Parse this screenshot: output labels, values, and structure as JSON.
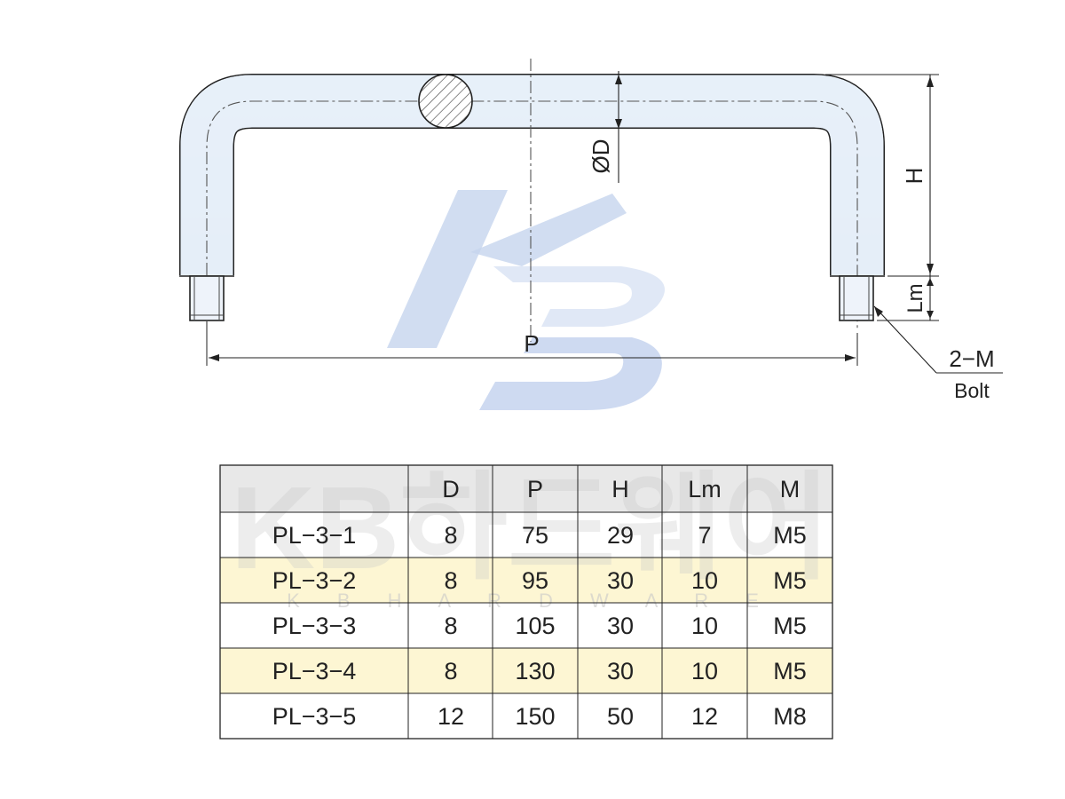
{
  "diagram": {
    "labels": {
      "dia": "ØD",
      "height": "H",
      "thread_length": "Lm",
      "pitch": "P",
      "bolt_count": "2−M",
      "bolt": "Bolt"
    }
  },
  "watermark": {
    "logo_letters": "KB",
    "brand": "KB하드웨어",
    "brand_sub": "K B H A R D W A R E"
  },
  "table": {
    "headers": [
      "",
      "D",
      "P",
      "H",
      "Lm",
      "M"
    ],
    "rows": [
      [
        "PL−3−1",
        "8",
        "75",
        "29",
        "7",
        "M5"
      ],
      [
        "PL−3−2",
        "8",
        "95",
        "30",
        "10",
        "M5"
      ],
      [
        "PL−3−3",
        "8",
        "105",
        "30",
        "10",
        "M5"
      ],
      [
        "PL−3−4",
        "8",
        "130",
        "30",
        "10",
        "M5"
      ],
      [
        "PL−3−5",
        "12",
        "150",
        "50",
        "12",
        "M8"
      ]
    ]
  },
  "colors": {
    "highlight_row": "#fdf6d3",
    "header_bg": "#e8e8e8",
    "line": "#222222",
    "watermark_blue": "#c6d4ee"
  }
}
